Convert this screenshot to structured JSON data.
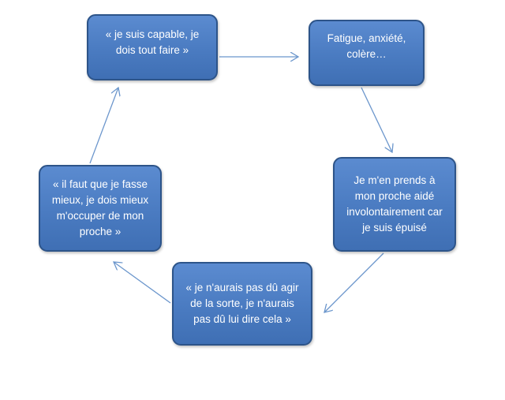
{
  "diagram": {
    "nodes": [
      {
        "id": "n1",
        "label": "« je suis capable, je dois tout faire »"
      },
      {
        "id": "n2",
        "label": "Fatigue, anxiété, colère…"
      },
      {
        "id": "n3",
        "label": "Je m'en prends à mon proche aidé involontairement car je suis épuisé"
      },
      {
        "id": "n4",
        "label": "« je n'aurais pas dû agir de la sorte, je n'aurais pas dû lui dire cela »"
      },
      {
        "id": "n5",
        "label": "« il faut que je fasse mieux, je dois mieux m'occuper de mon proche »"
      }
    ],
    "edges": [
      {
        "from": "n1",
        "to": "n2"
      },
      {
        "from": "n2",
        "to": "n3"
      },
      {
        "from": "n3",
        "to": "n4"
      },
      {
        "from": "n4",
        "to": "n5"
      },
      {
        "from": "n5",
        "to": "n1"
      }
    ],
    "colors": {
      "node_fill": "#4a7bc1",
      "node_border": "#2d5489",
      "node_text": "#ffffff",
      "arrow": "#6b96cc"
    }
  }
}
